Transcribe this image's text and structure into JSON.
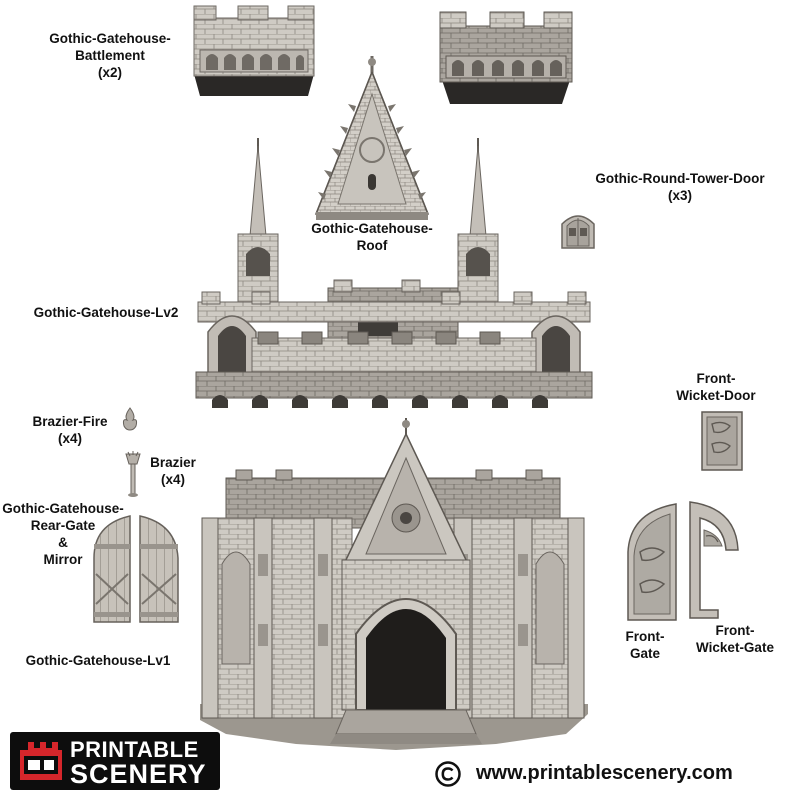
{
  "labels": {
    "battlement": [
      "Gothic-Gatehouse-",
      "Battlement",
      "(x2)"
    ],
    "roof": [
      "Gothic-Gatehouse-",
      "Roof"
    ],
    "round_tower_door": [
      "Gothic-Round-Tower-Door",
      "(x3)"
    ],
    "lv2": [
      "Gothic-Gatehouse-Lv2"
    ],
    "brazier_fire": [
      "Brazier-Fire",
      "(x4)"
    ],
    "brazier": [
      "Brazier",
      "(x4)"
    ],
    "rear_gate": [
      "Gothic-Gatehouse-",
      "Rear-Gate",
      "&",
      "Mirror"
    ],
    "lv1": [
      "Gothic-Gatehouse-Lv1"
    ],
    "front_wicket_door": [
      "Front-",
      "Wicket-Door"
    ],
    "front_gate": [
      "Front-",
      "Gate"
    ],
    "front_wicket_gate": [
      "Front-",
      "Wicket-Gate"
    ]
  },
  "brand": {
    "line1": "PRINTABLE",
    "line2": "SCENERY",
    "url": "www.printablescenery.com",
    "copyright_symbol": "©"
  },
  "colors": {
    "stone_light": "#d9d6d0",
    "stone_mid": "#b5b1aa",
    "stone_dark": "#7d7973",
    "logo_bg": "#0d0d0d",
    "logo_red": "#d6262b"
  },
  "icons": [
    "castle-logo-icon",
    "copyright-icon"
  ]
}
